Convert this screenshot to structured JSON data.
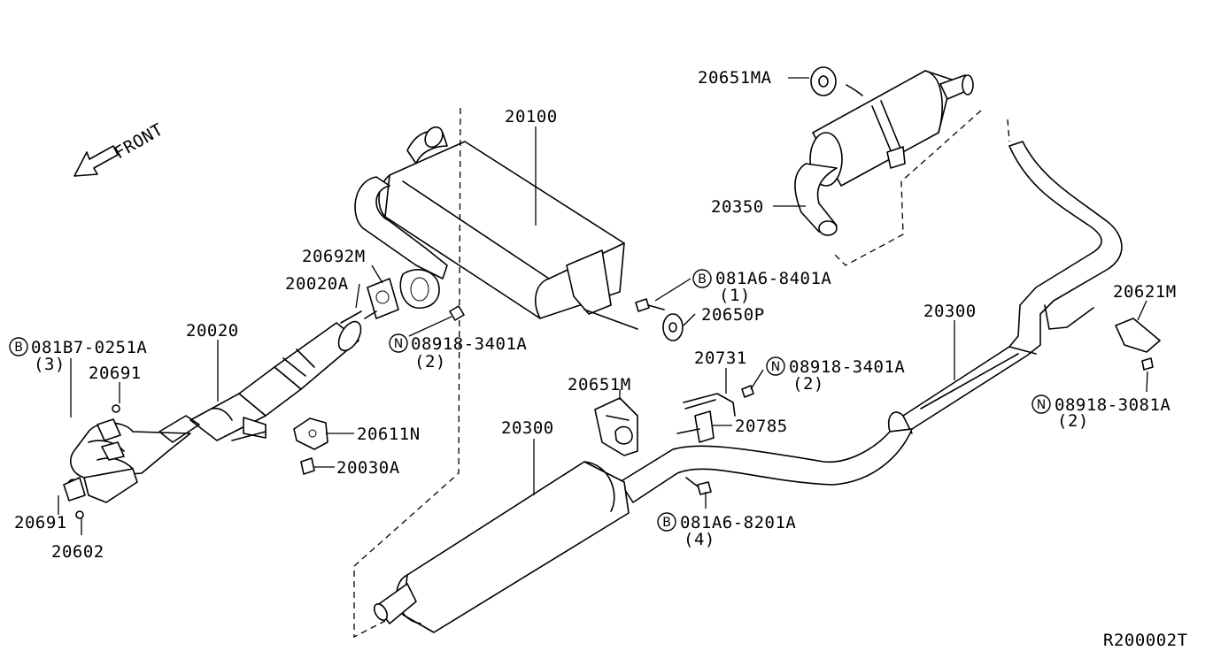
{
  "front_label": "FRONT",
  "diagram_code": "R200002T",
  "parts": {
    "p20651MA": "20651MA",
    "p20100": "20100",
    "p20350": "20350",
    "p20692M": "20692M",
    "p20020A": "20020A",
    "p20020": "20020",
    "p08918_3401A_a": "08918-3401A",
    "p08918_3401A_a_qty": "(2)",
    "p081A6_8401A": "081A6-8401A",
    "p081A6_8401A_qty": "(1)",
    "p20650P": "20650P",
    "p081B7_0251A": "081B7-0251A",
    "p081B7_0251A_qty": "(3)",
    "p20691_top": "20691",
    "p20691_bottom": "20691",
    "p20602": "20602",
    "p20611N": "20611N",
    "p20030A": "20030A",
    "p20300_right": "20300",
    "p20300_left": "20300",
    "p20621M": "20621M",
    "p20731": "20731",
    "p08918_3401A_b": "08918-3401A",
    "p08918_3401A_b_qty": "(2)",
    "p20651M": "20651M",
    "p20785": "20785",
    "p08918_3081A": "08918-3081A",
    "p08918_3081A_qty": "(2)",
    "p081A6_8201A": "081A6-8201A",
    "p081A6_8201A_qty": "(4)"
  },
  "circle_marks": {
    "bolt": "B",
    "nut": "N"
  }
}
